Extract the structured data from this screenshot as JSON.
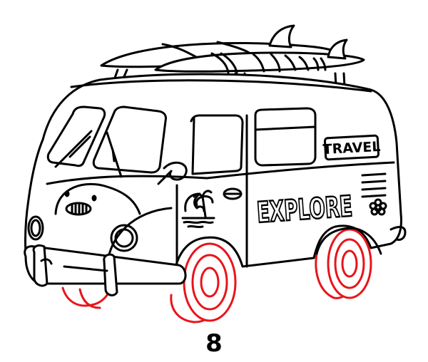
{
  "illustration": {
    "subject": "Camper van with surfboards",
    "step_number": "8",
    "labels": {
      "travel_sign": "TRAVEL",
      "side_text": "EXPLORE"
    },
    "colors": {
      "line": "#000000",
      "highlight": "#e8141b",
      "background": "#ffffff"
    },
    "highlighted_parts": [
      "front-left-wheel",
      "front-right-wheel",
      "rear-wheel"
    ]
  }
}
